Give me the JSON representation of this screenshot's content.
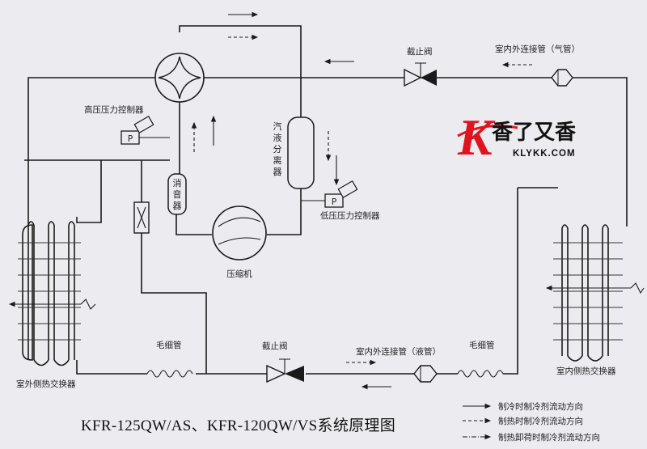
{
  "title": "KFR-125QW/AS、KFR-120QW/VS系统原理图",
  "labels": {
    "high_pressure_controller": "高压压力控制器",
    "low_pressure_controller": "低压压力控制器",
    "muffler": [
      "消",
      "音",
      "器"
    ],
    "separator": [
      "汽",
      "液",
      "分",
      "离",
      "器"
    ],
    "compressor": "压缩机",
    "stop_valve_gas": "截止阀",
    "stop_valve_liquid": "截止阀",
    "gas_pipe": "室内外连接管（气管）",
    "liquid_pipe": "室内外连接管（液管）",
    "capillary_left": "毛细管",
    "capillary_right": "毛细管",
    "outdoor_exchanger": "室外侧热交换器",
    "indoor_exchanger": "室内侧热交换器"
  },
  "legend": [
    {
      "style": "solid",
      "label": "制冷时制冷剂流动方向"
    },
    {
      "style": "dashed",
      "label": "制热时制冷剂流动方向"
    },
    {
      "style": "dashdot",
      "label": "制热卸荷时制冷剂流动方向"
    }
  ],
  "logo": {
    "cn": "香了又香",
    "en": "KLYKK.COM",
    "mark": "K",
    "accent": "#e0141e"
  },
  "colors": {
    "line": "#1a1a1a",
    "background": "#ecebf0"
  }
}
